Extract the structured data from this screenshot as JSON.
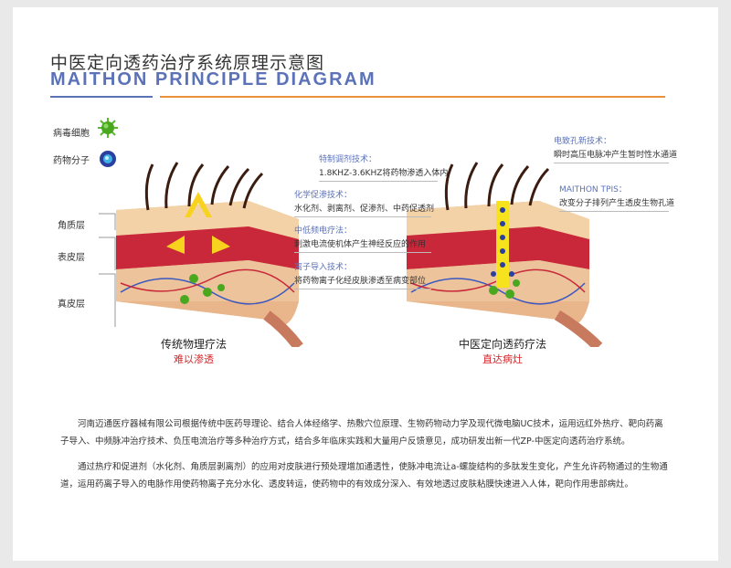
{
  "header": {
    "title": "中医定向透药治疗系统原理示意图",
    "subtitle": "MAITHON PRINCIPLE DIAGRAM"
  },
  "legend": [
    {
      "label": "病毒细胞",
      "icon": "virus-icon",
      "color": "#5bb82e"
    },
    {
      "label": "药物分子",
      "icon": "molecule-icon",
      "color": "#2a4fa8"
    }
  ],
  "layers": [
    "角质层",
    "表皮层",
    "真皮层"
  ],
  "annotations_mid": [
    {
      "title": "特制调剂技术：",
      "text": "1.8KHZ-3.6KHZ将药物渗透入体内"
    },
    {
      "title": "化学促渗技术：",
      "text": "水化剂、剥离剂、促渗剂、中药促透剂"
    },
    {
      "title": "中低频电疗法：",
      "text": "刺激电流使机体产生神经反应的作用"
    },
    {
      "title": "离子导入技术：",
      "text": "将药物离子化经皮肤渗透至病变部位"
    }
  ],
  "annotations_right": [
    {
      "title": "电致孔新技术：",
      "text": "瞬时高压电脉冲产生暂时性水通道"
    },
    {
      "title": "MAITHON TPIS：",
      "text": "改变分子排列产生透皮生物孔道"
    }
  ],
  "left_caption": {
    "title": "传统物理疗法",
    "sub": "难以渗透"
  },
  "right_caption": {
    "title": "中医定向透药疗法",
    "sub": "直达病灶"
  },
  "paragraphs": [
    "河南迈通医疗器械有限公司根据传统中医药导理论、结合人体经络学、热敷穴位原理、生物药物动力学及现代微电脑UC技术，运用远红外热疗、靶向药离子导入、中频脉冲治疗技术、负压电流治疗等多种治疗方式，结合多年临床实践和大量用户反馈意见，成功研发出新一代ZP-中医定向透药治疗系统。",
    "通过热疗和促进剂（水化剂、角质层剥离剂）的应用对皮肤进行预处理增加通透性，使脉冲电流让a-螺旋结构的多肽发生变化，产生允许药物通过的生物通道，运用药离子导入的电脉作用使药物离子充分水化、透皮转运，使药物中的有效成分深入、有效地透过皮肤粘膜快速进入人体，靶向作用患部病灶。"
  ]
}
